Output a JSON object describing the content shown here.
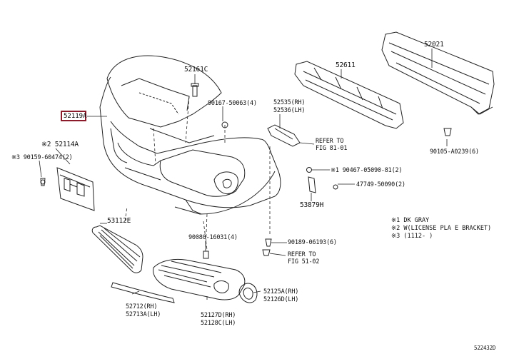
{
  "labels": {
    "p52021": "52021",
    "p52611": "52611",
    "p52161c": "52161C",
    "p90167": "90167-50063(4)",
    "p52535": "52535(RH)",
    "p52536": "52536(LH)",
    "p52119a": "52119A",
    "p52114a": "※2 52114A",
    "p90159": "※3 90159-60474(2)",
    "refer1a": "REFER TO",
    "refer1b": "FIG 81-01",
    "p90105": "90105-A0239(6)",
    "p90467": "※1 90467-05090-81(2)",
    "p47749": "47749-50090(2)",
    "p53879": "53879H",
    "p53112": "53112E",
    "p90080": "90080-16031(4)",
    "p90189": "90189-06193(6)",
    "refer2a": "REFER TO",
    "refer2b": "FIG 51-02",
    "p52712a": "52712(RH)",
    "p52712b": "52713A(LH)",
    "p52127a": "52127D(RH)",
    "p52127b": "52128C(LH)",
    "p52125a": "52125A(RH)",
    "p52125b": "52126D(LH)",
    "diagram_code": "522432D"
  },
  "notes": [
    "※1 DK GRAY",
    "※2 W(LICENSE PLA E BRACKET)",
    "※3 (1112-        )"
  ],
  "highlight_color": "#8b1a2b"
}
